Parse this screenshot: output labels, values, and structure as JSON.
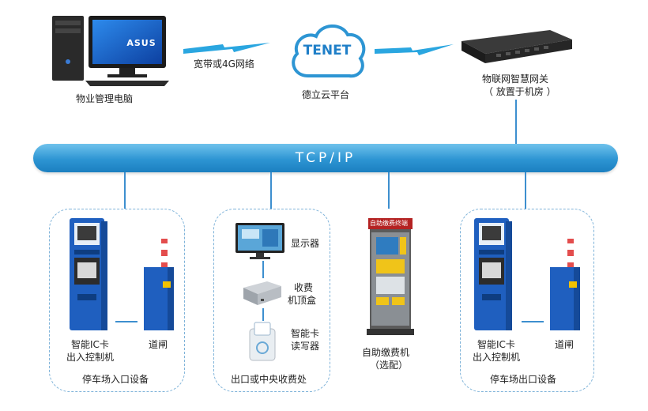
{
  "top": {
    "pc_label": "物业管理电脑",
    "pc_brand": "ASUS",
    "link_label": "宽带或4G网络",
    "cloud_logo": "TENET",
    "cloud_label": "德立云平台",
    "gateway_label_1": "物联网智慧网关",
    "gateway_label_2": "（ 放置于机房 ）"
  },
  "bus": {
    "label": "TCP/IP"
  },
  "entrance": {
    "controller_label_1": "智能IC卡",
    "controller_label_2": "出入控制机",
    "barrier_label": "道闸",
    "group_label": "停车场入口设备"
  },
  "center": {
    "monitor_label": "显示器",
    "box_label_1": "收费",
    "box_label_2": "机顶盒",
    "reader_label_1": "智能卡",
    "reader_label_2": "读写器",
    "group_label": "出口或中央收费处"
  },
  "kiosk": {
    "sign": "自助缴费终端",
    "label_1": "自助缴费机",
    "label_2": "（选配）"
  },
  "exit": {
    "controller_label_1": "智能IC卡",
    "controller_label_2": "出入控制机",
    "barrier_label": "道闸",
    "group_label": "停车场出口设备"
  },
  "colors": {
    "bus": "#2d95d3",
    "line": "#3d8fcf",
    "dashed": "#7fb3d9",
    "device_blue": "#1f5fbf"
  }
}
